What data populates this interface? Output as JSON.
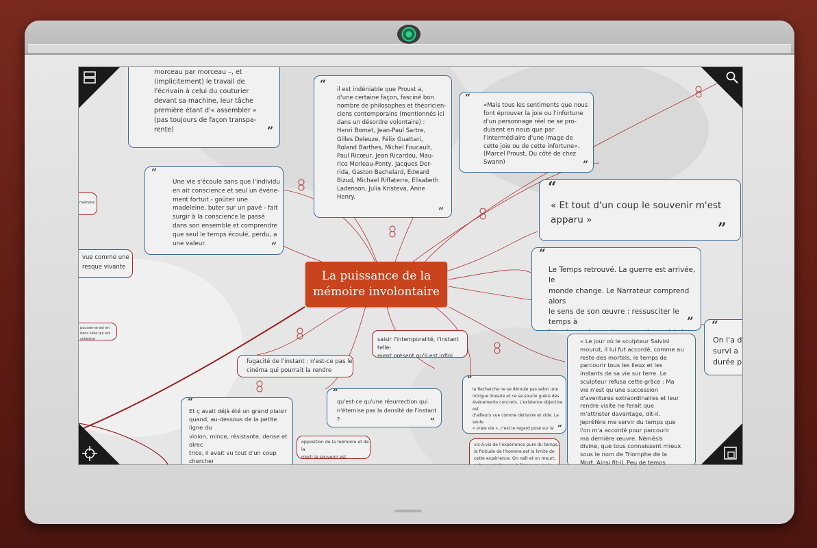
{
  "title": "La puissance de la\nmémoire involontaire",
  "nodes": [
    {
      "id": "n1",
      "text": "morceau par morceau –, et\n(implicitement) le travail de\nl'écrivain à celui du couturier\ndevant sa machine, leur tâche\npremière étant d'« assembler »\n(pas toujours de façon transpa-\nrente)"
    },
    {
      "id": "n2",
      "text": "il est indéniable que Proust a,\nd'une certaine façon, fasciné bon\nnombre de philosophes et théoricien-\nciens contemporains (mentionnés ici\ndans un désordre volontaire) :\nHenri Bomet, Jean-Paul Sartre,\nGilles Deleuze, Félix Guattari,\nRoland Barthes, Michel Foucault,\nPaul Ricœur, Jean Ricardou, Mau-\nrice Merleau-Ponty, Jacques Der-\nrida, Gaston Bachelard, Edward\nBizud, Michael Riffaterre, Elisabeth\nLadenson, Julia Kristeva, Anne\nHenry."
    },
    {
      "id": "n3",
      "text": "«Mais tous les sentiments que nous\nfont éprouver la joie ou l'infortune\nd'un personnage réel ne se pro-\nduisent en nous que par\nl'intermédiaire d'une image de\ncette joie ou de cette infortune».\n(Marcel Proust, Du côté de chez\nSwann)"
    },
    {
      "id": "n4",
      "text": "« Et tout d'un coup le souvenir m'est\napparu »"
    },
    {
      "id": "n5",
      "text": "Une vie s'écoule sans que l'individu\nen ait conscience et seul un événe-\nment fortuit - goûter une\nmadeleine, buter sur un pavé - fait\nsurgir à la conscience le passé\ndans son ensemble et comprendre\nque seul le temps écoulé, perdu, a\nune valeur."
    },
    {
      "id": "n6",
      "text": "Le Temps retrouvé. La guerre est arrivée, le\nmonde change. Le Narrateur comprend alors\nle sens de son œuvre : ressusciter le temps à\njamais perdu, seul moyen d'en saisir la vérité et\nla jouissance."
    },
    {
      "id": "n7",
      "text": "On l'a dit\nsurvi a\ndurée pu"
    },
    {
      "id": "n8",
      "text": "saisir l'intemporalité, l'instant telle-\nment présent qu'il est infini"
    },
    {
      "id": "n9",
      "text": "fugacité de l'instant : n'est-ce pas le\ncinéma qui pourrait la rendre"
    },
    {
      "id": "n10",
      "text": "« Le jour où le sculpteur Salvini\nmourut, il lui fut accordé, comme au\nreste des mortels, le temps de\nparcourir tous les lieux et les\ninstants de sa vie sur terre. Le\nsculpteur refusa cette grâce : Ma\nvie n'est qu'une succession\nd'aventures extraordinaires et leur\nrendre visite ne ferait que\nm'attrister davantage, dit-il.\nJepréfère me servir du temps que\nl'on m'a accordé pour parcourir\nma dernière œuvre. Némésis\ndivine, que tous connaissent mieux\nsous le nom de Triomphe de la\nMort. Ainsi fit-il. Peu de temps\naprès, l'Ange de la Mort apparut"
    },
    {
      "id": "n11",
      "text": "la Recherche ne se déroule pas selon une\nintrigue linéaire et ne se soucie guère des\névénements concrets. L'existence objective est\nd'ailleurs vue comme dérisoire et vide. La seule\n« vraie vie », c'est le regard posé sur le\nmonde, c'est l'art lui-même."
    },
    {
      "id": "n12",
      "text": "qu'est-ce qu'une résurrection qui\nn'éternise pas la densité de l'instant ?"
    },
    {
      "id": "n13",
      "text": "Et ç avait déjà été un grand plaisir\nquand, au-dessous de la petite ligne du\nviolon, mince, résistante, dense et direc\ntrice, il avait vu tout d'un coup chercher\ns'élever en un clapotement liquide, la\nmasse de la partie de piano, multi-\nforme, indivise, plane et entrechoquée\ncomme la mauve agitation des flots que"
    },
    {
      "id": "n14",
      "text": "opposition de la mémoire et de la\nmort: le souvenir est résurrection"
    },
    {
      "id": "n15",
      "text": "vis-à-vis de l'expérience pure du temps,\nla finitude de l'homme est la limite de\ncette expérience. On naît et on meurt,\nnotre sensation peut être pure, mais nous"
    },
    {
      "id": "n16",
      "text": "vue comme une\nresque vivante"
    },
    {
      "id": "n17",
      "text": "mémoire"
    },
    {
      "id": "n18",
      "text": "pousserne est en\ndans celle qui est créatrice"
    }
  ],
  "quote_open": "“",
  "quote_close": "”",
  "corner_icons": {
    "top_left": "menu-layout-icon",
    "top_right": "search-icon",
    "bottom_left": "crosshair-icon",
    "bottom_right": "window-icon"
  }
}
